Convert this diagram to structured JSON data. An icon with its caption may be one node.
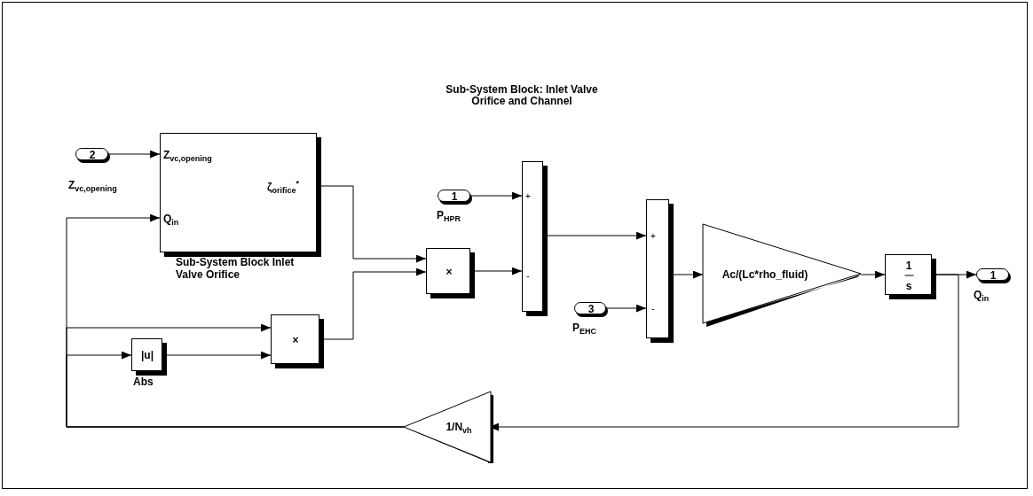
{
  "diagram": {
    "title": "Sub-System Block: Inlet Valve Orifice and Channel",
    "nodes": [
      {
        "text": [
          "2"
        ],
        "beside": [
          "Z$_{vc,opening}$"
        ]
      },
      {
        "text": [
          "Z$_{vc,opening}$",
          "ζ$_{orifice}$$^{*}$",
          "Q$_{in}$"
        ],
        "beside": [
          "Sub-System Block Inlet Valve Orifice"
        ]
      },
      {
        "text": [
          "1"
        ],
        "beside": [
          "P$_{HPR}$"
        ]
      },
      {
        "text": [
          "×"
        ]
      },
      {
        "text": [
          "+",
          "-"
        ]
      },
      {
        "text": [
          "×"
        ]
      },
      {
        "text": [
          "|u|"
        ],
        "beside": [
          "Abs"
        ]
      },
      {
        "text": [
          "3"
        ],
        "beside": [
          "P$_{EHC}$"
        ]
      },
      {
        "text": [
          "+",
          "-"
        ]
      },
      {
        "text": [
          "Ac/(Lc*rho_fluid)"
        ]
      },
      {
        "text": [
          "1",
          "s"
        ]
      },
      {
        "text": [
          "1"
        ],
        "beside": [
          "Q$_{in}$"
        ]
      },
      {
        "text": [
          "1/N$_{vh}$"
        ]
      }
    ],
    "edges": [
      {
        "from": 0,
        "to": 1,
        "arrow": "to"
      },
      {
        "from": 1,
        "to": 3,
        "arrow": "to"
      },
      {
        "from": 5,
        "to": 3,
        "arrow": "to"
      },
      {
        "from": 3,
        "to": 4,
        "arrow": "to"
      },
      {
        "from": 2,
        "to": 4,
        "arrow": "to"
      },
      {
        "from": 4,
        "to": 8,
        "arrow": "to"
      },
      {
        "from": 7,
        "to": 8,
        "arrow": "to"
      },
      {
        "from": 8,
        "to": 9,
        "arrow": "to"
      },
      {
        "from": 9,
        "to": 10,
        "arrow": "to"
      },
      {
        "from": 10,
        "to": 11,
        "arrow": "to"
      },
      {
        "from": 10,
        "to": 12,
        "arrow": "to"
      },
      {
        "from": 12,
        "to": 1,
        "arrow": "to"
      },
      {
        "from": 12,
        "to": 5,
        "arrow": "to"
      },
      {
        "from": 12,
        "to": 6,
        "arrow": "to"
      },
      {
        "from": 6,
        "to": 5,
        "arrow": "to"
      }
    ]
  }
}
